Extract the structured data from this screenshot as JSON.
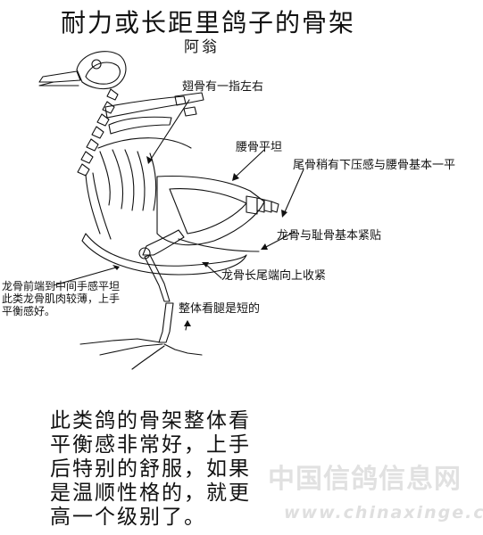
{
  "title": "耐力或长距里鸽子的骨架",
  "author": "阿翁",
  "labels": {
    "wing_bone": "翅骨有一指左右",
    "waist_bone": "腰骨平坦",
    "tail_bone": "尾骨稍有下压感与腰骨基本一平",
    "keel_pubic": "龙骨与耻骨基本紧贴",
    "keel_end": "龙骨长尾端向上收紧",
    "keel_front": [
      "龙骨前端到中间手感平坦",
      "此类龙骨肌肉较薄，上手",
      "平衡感好。"
    ],
    "short_legs": "整体看腿是短的"
  },
  "summary_lines": [
    "此类鸽的骨架整体看",
    "平衡感非常好，上手",
    "后特别的舒服，如果",
    "是温顺性格的，就更",
    "高一个级别了。"
  ],
  "watermark": {
    "site_name": "中国信鸽信息网",
    "url": "www.chinaxinge.com"
  },
  "colors": {
    "ink": "#111111",
    "watermark": "#9a9a9a"
  }
}
